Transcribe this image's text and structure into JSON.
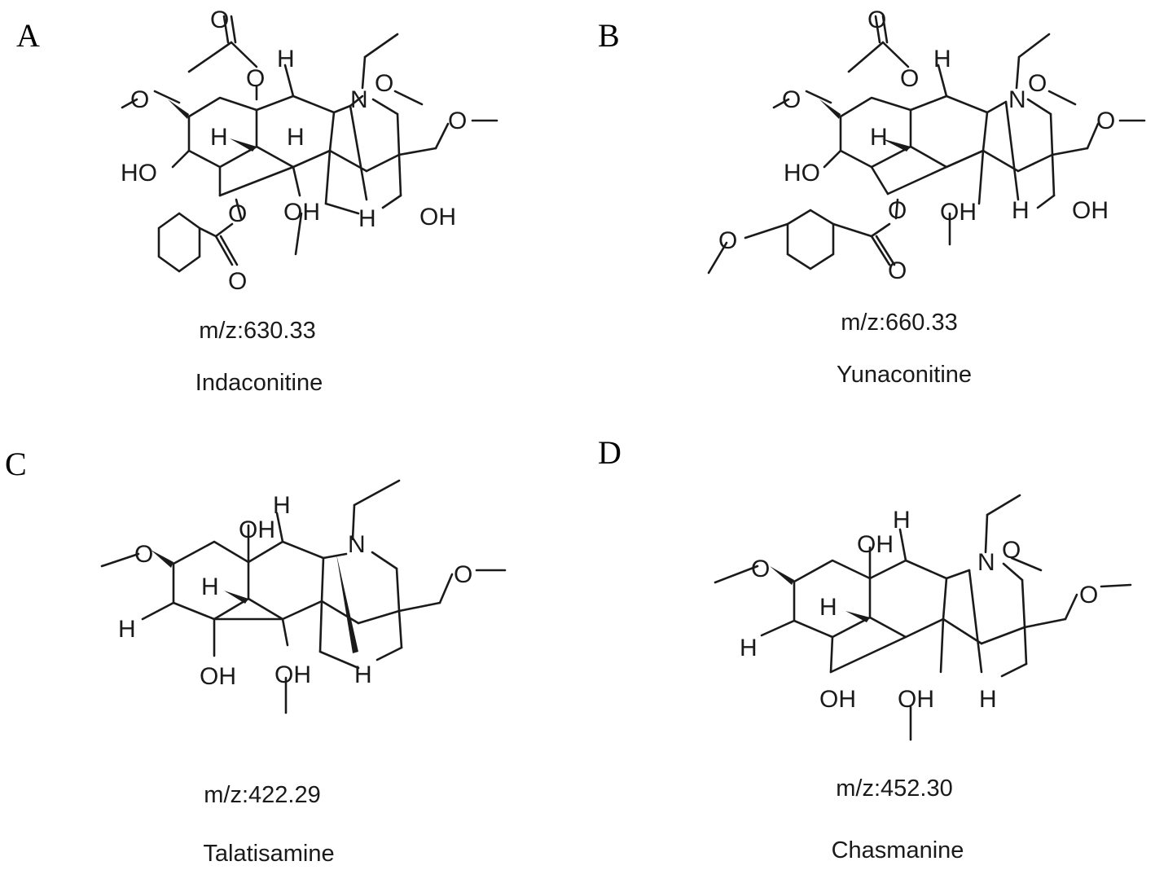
{
  "panels": [
    {
      "letter": "A",
      "mz": "m/z:630.33",
      "name": "Indaconitine"
    },
    {
      "letter": "B",
      "mz": "m/z:660.33",
      "name": "Yunaconitine"
    },
    {
      "letter": "C",
      "mz": "m/z:422.29",
      "name": "Talatisamine"
    },
    {
      "letter": "D",
      "mz": "m/z:452.30",
      "name": "Chasmanine"
    }
  ],
  "atom_labels": {
    "H": "H",
    "N": "N",
    "O": "O",
    "OH": "OH",
    "HO": "HO"
  }
}
